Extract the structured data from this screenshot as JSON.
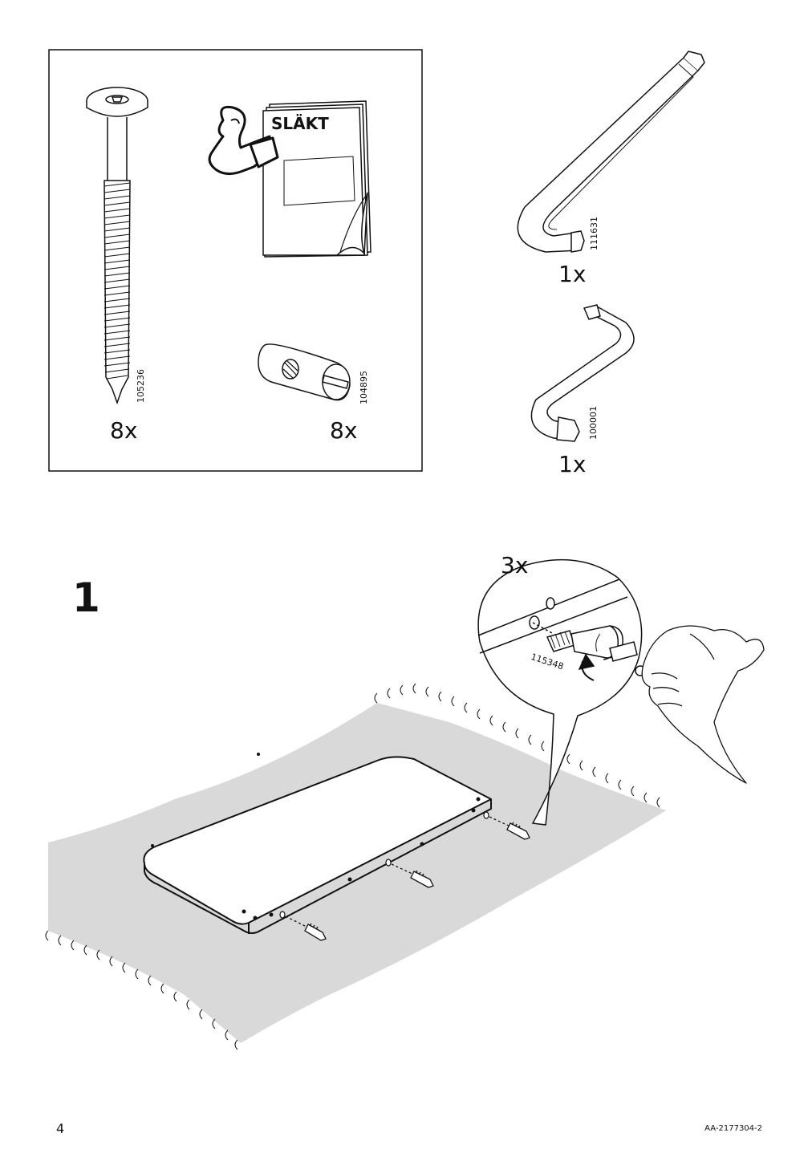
{
  "fittings": {
    "screw": {
      "part_number": "105236",
      "quantity": "8x",
      "icon": "long-screw-icon"
    },
    "manual": {
      "title": "SLÄKT",
      "icon": "instruction-booklet-icon"
    },
    "barrel_nut": {
      "part_number": "104895",
      "quantity": "8x",
      "icon": "barrel-nut-icon"
    },
    "hex_key_large": {
      "part_number": "111631",
      "quantity": "1x",
      "icon": "hex-key-icon"
    },
    "hex_key_small": {
      "part_number": "100001",
      "quantity": "1x",
      "icon": "hex-key-icon"
    }
  },
  "step": {
    "number": "1",
    "detail_quantity": "3x",
    "detail_part_number": "115348"
  },
  "footer": {
    "page_number": "4",
    "document_code": "AA-2177304-2"
  },
  "colors": {
    "ink": "#111111",
    "rug": "#d9d9d9",
    "paper": "#ffffff"
  }
}
